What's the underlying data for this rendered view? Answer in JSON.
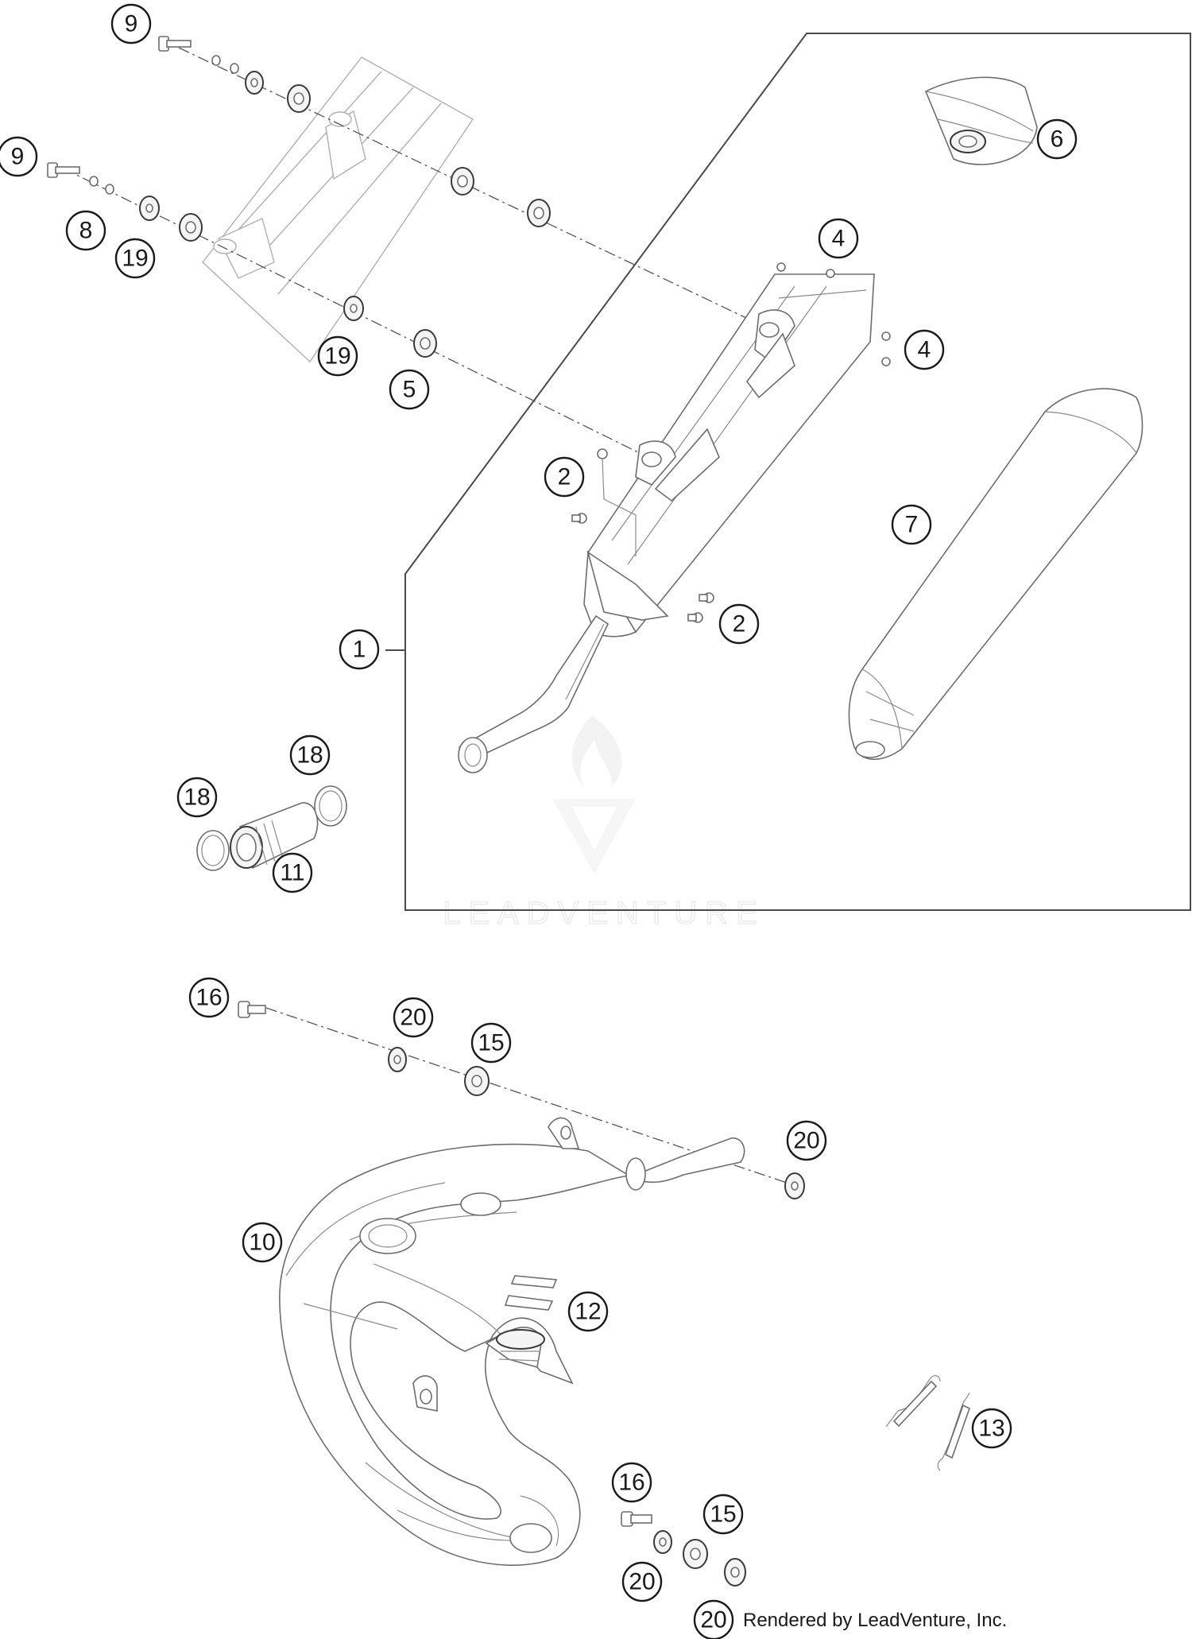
{
  "callouts": {
    "c9a": "9",
    "c9b": "9",
    "c8": "8",
    "c19a": "19",
    "c19b": "19",
    "c5": "5",
    "c6": "6",
    "c4a": "4",
    "c4b": "4",
    "c2a": "2",
    "c2b": "2",
    "c7": "7",
    "c1": "1",
    "c18a": "18",
    "c18b": "18",
    "c11": "11",
    "c16a": "16",
    "c20a": "20",
    "c15a": "15",
    "c20b": "20",
    "c10": "10",
    "c12": "12",
    "c13": "13",
    "c16b": "16",
    "c15b": "15",
    "c20c": "20",
    "c20d": "20"
  },
  "watermark": "LEADVENTURE",
  "credit": "Rendered by LeadVenture, Inc."
}
